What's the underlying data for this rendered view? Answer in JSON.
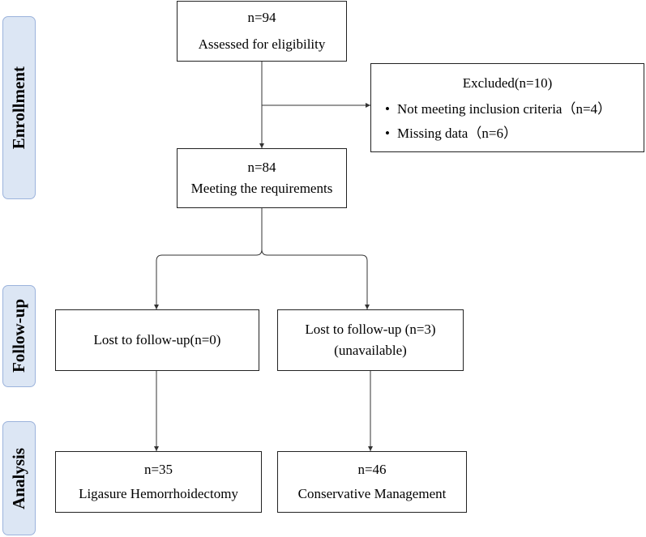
{
  "side_labels": {
    "enrollment": "Enrollment",
    "follow_up": "Follow-up",
    "analysis": "Analysis"
  },
  "boxes": {
    "assessed": {
      "count": "n=94",
      "label": "Assessed for eligibility"
    },
    "excluded": {
      "title": "Excluded(n=10)",
      "reasons": [
        "Not meeting inclusion criteria（n=4）",
        "Missing data（n=6）"
      ]
    },
    "meeting": {
      "count": "n=84",
      "label": "Meeting the requirements"
    },
    "lost_left": {
      "label": "Lost to follow-up(n=0)"
    },
    "lost_right": {
      "label": "Lost to follow-up (n=3)",
      "sublabel": "(unavailable)"
    },
    "analysis_left": {
      "count": "n=35",
      "label": "Ligasure Hemorrhoidectomy"
    },
    "analysis_right": {
      "count": "n=46",
      "label": "Conservative Management"
    }
  },
  "colors": {
    "side_label_fill": "#dce6f4",
    "side_label_border": "#9cb3dc",
    "box_border": "#222222",
    "connector": "#333333"
  }
}
